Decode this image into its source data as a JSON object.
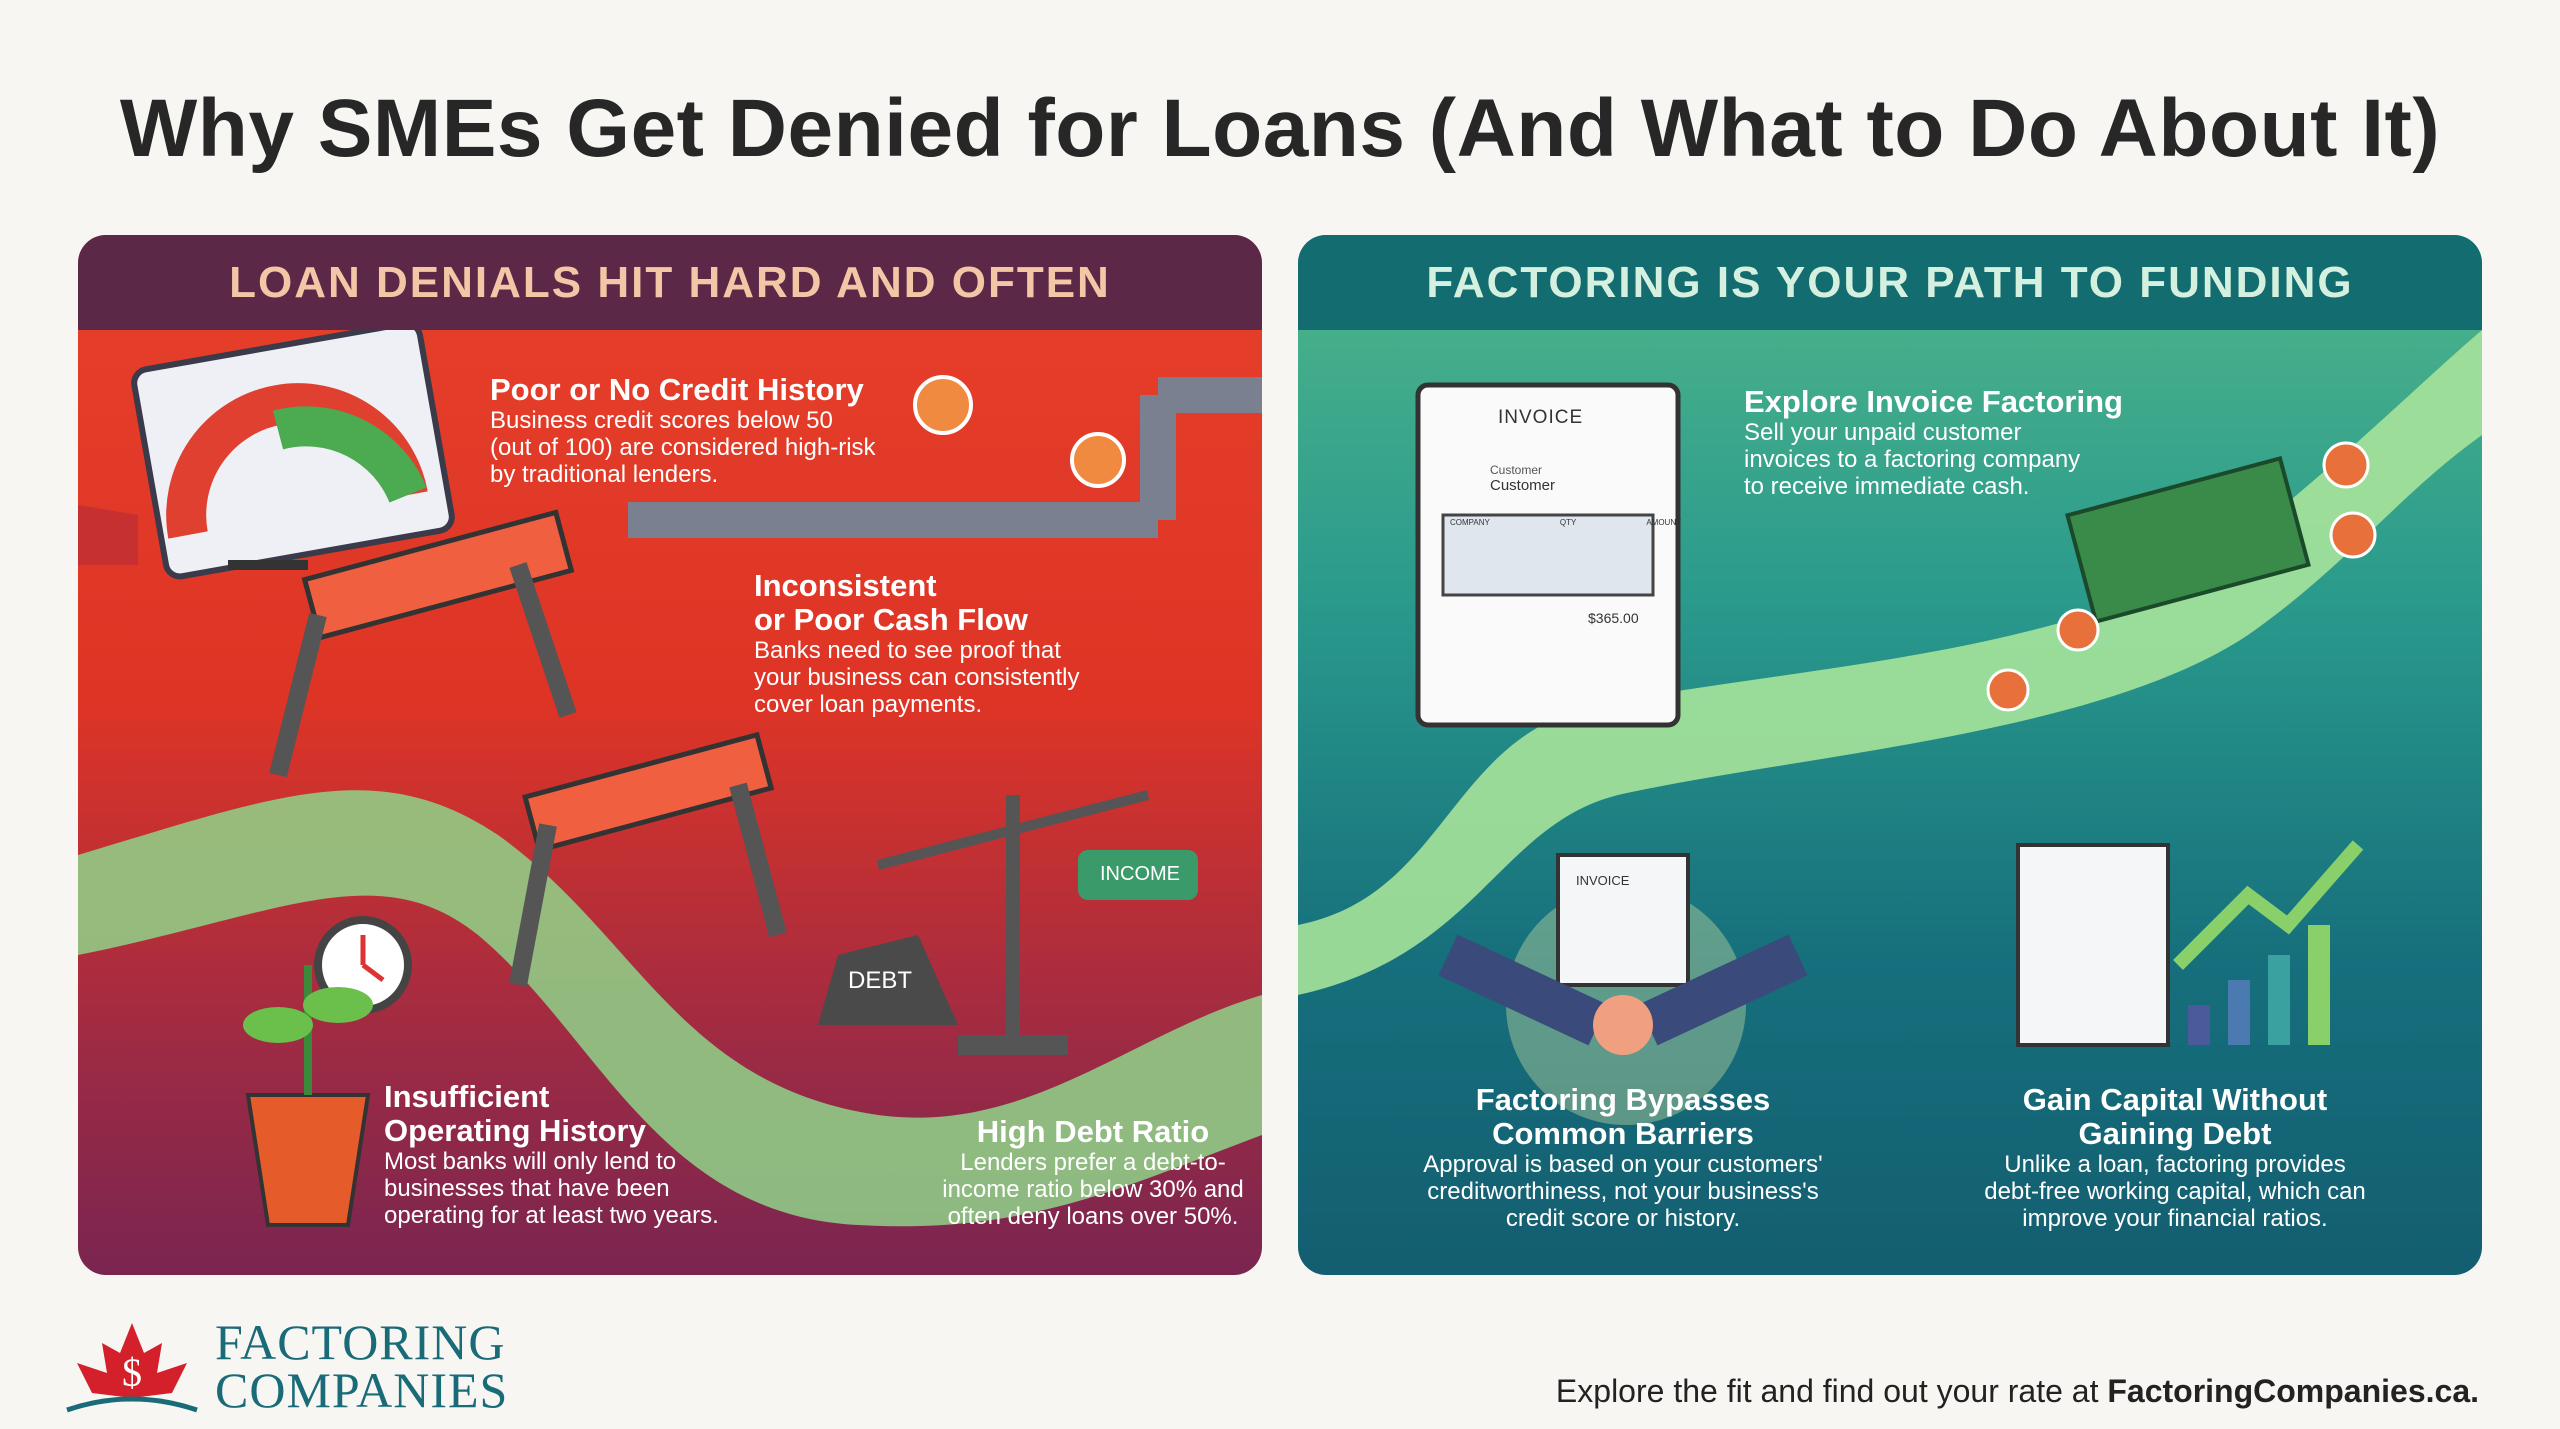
{
  "title": "Why SMEs Get Denied for Loans (And What to Do About It)",
  "left_panel": {
    "heading": "LOAN DENIALS HIT HARD AND OFTEN",
    "items": [
      {
        "title": "Poor or No Credit History",
        "body": [
          "Business credit scores below 50",
          "(out of 100) are considered high-risk",
          "by traditional lenders."
        ]
      },
      {
        "title": [
          "Inconsistent",
          "or Poor Cash Flow"
        ],
        "body": [
          "Banks need to see proof that",
          "your business can consistently",
          "cover loan payments."
        ]
      },
      {
        "title": [
          "Insufficient",
          "Operating History"
        ],
        "body": [
          "Most banks will only lend to",
          "businesses that have been",
          "operating for at least two years."
        ]
      },
      {
        "title": "High Debt Ratio",
        "body": [
          "Lenders prefer a debt-to-",
          "income ratio below 30% and",
          "often deny loans over 50%."
        ]
      }
    ],
    "scale_labels": {
      "debt": "DEBT",
      "income": "INCOME"
    }
  },
  "right_panel": {
    "heading": "FACTORING IS YOUR PATH TO FUNDING",
    "items": [
      {
        "title": "Explore Invoice Factoring",
        "body": [
          "Sell your unpaid customer",
          "invoices to a factoring company",
          "to receive immediate cash."
        ]
      },
      {
        "title": [
          "Factoring Bypasses",
          "Common Barriers"
        ],
        "body": [
          "Approval is based on your customers'",
          "creditworthiness, not your business's",
          "credit score or history."
        ]
      },
      {
        "title": [
          "Gain Capital Without",
          "Gaining Debt"
        ],
        "body": [
          "Unlike a loan, factoring provides",
          "debt-free working capital, which can",
          "improve your financial ratios."
        ]
      }
    ],
    "invoice": {
      "title": "INVOICE",
      "label1": "Customer",
      "label2": "Customer",
      "col1": "COMPANY",
      "col2": "QTY",
      "col3": "AMOUNT",
      "total": "$365.00"
    },
    "small_invoice": "INVOICE"
  },
  "logo": {
    "line1": "FACTORING",
    "line2": "COMPANIES"
  },
  "footer": {
    "text": "Explore the fit and find out your rate at ",
    "link": "FactoringCompanies.ca."
  },
  "colors": {
    "left_header": "#5b2848",
    "right_header": "#136d70",
    "logo_red": "#d3202a",
    "logo_teal": "#1a6b78"
  }
}
